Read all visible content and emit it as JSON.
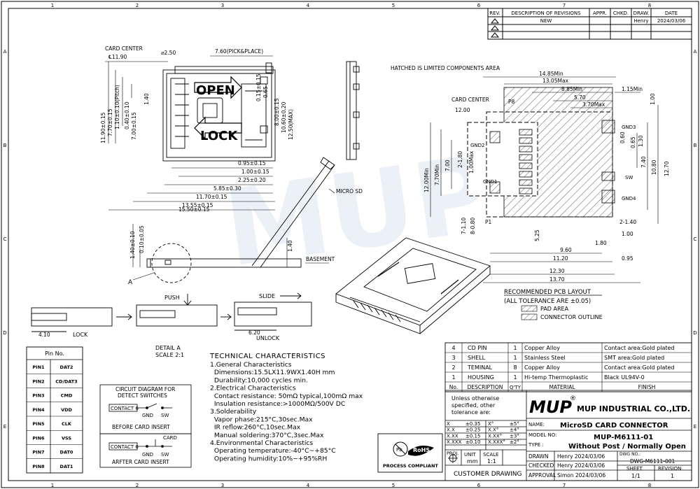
{
  "grid": {
    "columns": [
      "1",
      "2",
      "3",
      "4",
      "5",
      "6",
      "7",
      "8"
    ],
    "rows": [
      "A",
      "B",
      "C",
      "D",
      "E"
    ]
  },
  "revision_block": {
    "headers": [
      "REV.",
      "DESCRIPTION OF REVISIONS",
      "APPR.",
      "CHKD.",
      "DRAW.",
      "DATE"
    ],
    "rows": [
      {
        "rev": "",
        "desc": "NEW",
        "appr": "",
        "chkd": "",
        "draw": "Henry",
        "date": "2024/03/06"
      },
      {
        "rev": "",
        "desc": "",
        "appr": "",
        "chkd": "",
        "draw": "",
        "date": ""
      },
      {
        "rev": "",
        "desc": "",
        "appr": "",
        "chkd": "",
        "draw": "",
        "date": ""
      }
    ]
  },
  "top_view": {
    "labels": {
      "card_center": "CARD CENTER",
      "center_offset": "℄11.90",
      "hole": "⌀2.50",
      "pick_place": "7.60(PICK&PLACE)",
      "open": "OPEN",
      "lock": "LOCK"
    },
    "vertical_dims": [
      "11.90±0.15",
      "7.70±0.15",
      "1.10±0.10(Pitch)",
      "0.40±0.10",
      "7.00±0.15",
      "1.40",
      "0.65",
      "0.15±0.15",
      "8.00±0.15",
      "10.60±0.20",
      "12.50(MAX)"
    ],
    "horizontal_dims": [
      "0.95±0.15",
      "1.00±0.15",
      "2.25±0.20",
      "5.85±0.30",
      "11.70±0.15",
      "13.55±0.15",
      "15.50±0.15"
    ]
  },
  "side_view": {
    "dims": [
      "1.40±0.10",
      "0.10±0.05",
      "1.40"
    ],
    "labels": {
      "micro_sd": "MICRO SD",
      "basement": "BASEMENT",
      "a": "A",
      "detail": "DETAIL A",
      "scale": "SCALE 2:1"
    }
  },
  "sequence": {
    "push": "PUSH",
    "slide": "SLIDE",
    "lock": "LOCK",
    "unlock": "UNLOCK",
    "dim_left": "4.10",
    "dim_right": "6.20"
  },
  "pcb_layout": {
    "title": "RECOMMENDED PCB LAYOUT",
    "tolerance": "(ALL TOLERANCE ARE ±0.05)",
    "legend_pad": "PAD AREA",
    "legend_outline": "CONNECTOR OUTLINE",
    "hatched_note": "HATCHED IS LIMITED COMPONENTS AREA",
    "card_center": "CARD CENTER",
    "pad_labels": {
      "p8": "P8",
      "p1": "P1",
      "gnd1": "GND1",
      "gnd2": "GND2",
      "gnd3": "GND3",
      "gnd4": "GND4",
      "sw": "SW"
    },
    "top_dims": [
      "14.85Min",
      "13.05Max",
      "8.85Min",
      "5.70",
      "3.70Max",
      "1.15Min",
      "1.00",
      "12.00"
    ],
    "left_dims": [
      "12.00Min",
      "7.70Min",
      "7.00",
      "2-1.80",
      "1.00Max",
      "7-1.10",
      "8-0.80"
    ],
    "right_dims": [
      "0.60",
      "0.65",
      "1.30",
      "7.40",
      "10.80",
      "12.70"
    ],
    "bottom_dims": [
      "2-1.40",
      "1.00",
      "1.80",
      "5.25",
      "9.60",
      "11.20",
      "0.95",
      "12.30",
      "13.70"
    ]
  },
  "pin_table": {
    "header": "Pin No.",
    "rows": [
      {
        "pin": "PIN1",
        "sig": "DAT2"
      },
      {
        "pin": "PIN2",
        "sig": "CD/DAT3"
      },
      {
        "pin": "PIN3",
        "sig": "CMD"
      },
      {
        "pin": "PIN4",
        "sig": "VDD"
      },
      {
        "pin": "PIN5",
        "sig": "CLK"
      },
      {
        "pin": "PIN6",
        "sig": "VSS"
      },
      {
        "pin": "PIN7",
        "sig": "DAT0"
      },
      {
        "pin": "PIN8",
        "sig": "DAT1"
      }
    ]
  },
  "circuit": {
    "title_1": "CIRCUIT DIAGRAM FOR",
    "title_2": "DETECT SWITCHES",
    "contact": "CONTACT 6",
    "gnd": "GND",
    "sw": "SW",
    "before": "BEFORE CARD INSERT",
    "card": "CARD",
    "after": "ARFTER CARD INSERT"
  },
  "technical": {
    "title": "TECHNICAL CHARACTERISTICS",
    "lines": [
      "1.General Characteristics",
      "  Dimensions:15.5LX11.9WX1.40H mm",
      "  Durability:10,000 cycles min.",
      "2.Electrical Characteristics",
      "  Contact resistance: 50mΩ typical,100mΩ max",
      "  Insulation resistance:>1000MΩ/500V DC",
      "3.Solderability",
      "  Vapor phase:215°C,30sec.Max",
      "  IR reflow:260°C,10sec.Max",
      "  Manual soldering:370°C,3sec.Max",
      "4.Environmental Characteristics",
      "  Operating temperature:-40°C~+85°C",
      "  Operating humidity:10%~+95%RH"
    ]
  },
  "rohs": {
    "mark": "RoHS",
    "pb": "Pb",
    "caption": "PROCESS COMPLIANT"
  },
  "bom": {
    "headers": [
      "No.",
      "DESCRIPTION",
      "Q'TY",
      "MATERIAL",
      "FINISH"
    ],
    "rows": [
      {
        "no": "4",
        "desc": "CD PIN",
        "qty": "1",
        "mat": "Copper Alloy",
        "fin": "Contact area:Gold plated"
      },
      {
        "no": "3",
        "desc": "SHELL",
        "qty": "1",
        "mat": "Stainless Steel",
        "fin": "SMT area:Gold plated"
      },
      {
        "no": "2",
        "desc": "TEMINAL",
        "qty": "8",
        "mat": "Copper Alloy",
        "fin": "Contact area:Gold plated"
      },
      {
        "no": "1",
        "desc": "HOUSING",
        "qty": "1",
        "mat": "Hi-temp Thermoplastic",
        "fin": "Black UL94V-0"
      }
    ]
  },
  "title_block": {
    "tol_note_1": "Unless otherwise",
    "tol_note_2": "specified, other",
    "tol_note_3": "tolerance are:",
    "tolerances": [
      {
        "a": "X",
        "b": "±0.35",
        "c": "X°",
        "d": "±5°"
      },
      {
        "a": "X.X",
        "b": "±0.25",
        "c": "X.X°",
        "d": "±4°"
      },
      {
        "a": "X.XX",
        "b": "±0.15",
        "c": "X.XX°",
        "d": "±3°"
      },
      {
        "a": "X.XXX",
        "b": "±0.10",
        "c": "X.XXX°",
        "d": "±2°"
      }
    ],
    "proj": "PROJ.",
    "unit_label": "UNIT",
    "unit": "mm",
    "scale_label": "SCALE",
    "scale": "1:1",
    "customer": "CUSTOMER DRAWING",
    "logo": "MUP",
    "reg": "®",
    "company": "MUP INDUSTRIAL CO.,LTD.",
    "name_label": "NAME:",
    "name": "MicroSD CARD CONNECTOR",
    "model_label": "MODEL NO:",
    "model": "MUP-M6111-01",
    "type_label": "TYPE :",
    "type": "Without Post / Normally Open",
    "drawn_label": "DRAWN",
    "drawn": "Henry 2024/03/06",
    "checked_label": "CHECKED",
    "checked": "Henry 2024/03/06",
    "approval_label": "APPROVAL",
    "approval": "Simon 2024/03/06",
    "dwg_label": "DWG NO.:",
    "dwg": "DWG-M6111-001",
    "sheet_label": "SHEET",
    "sheet": "1/1",
    "revision_label": "REVISION",
    "revision": "1"
  },
  "watermark": "MUP"
}
